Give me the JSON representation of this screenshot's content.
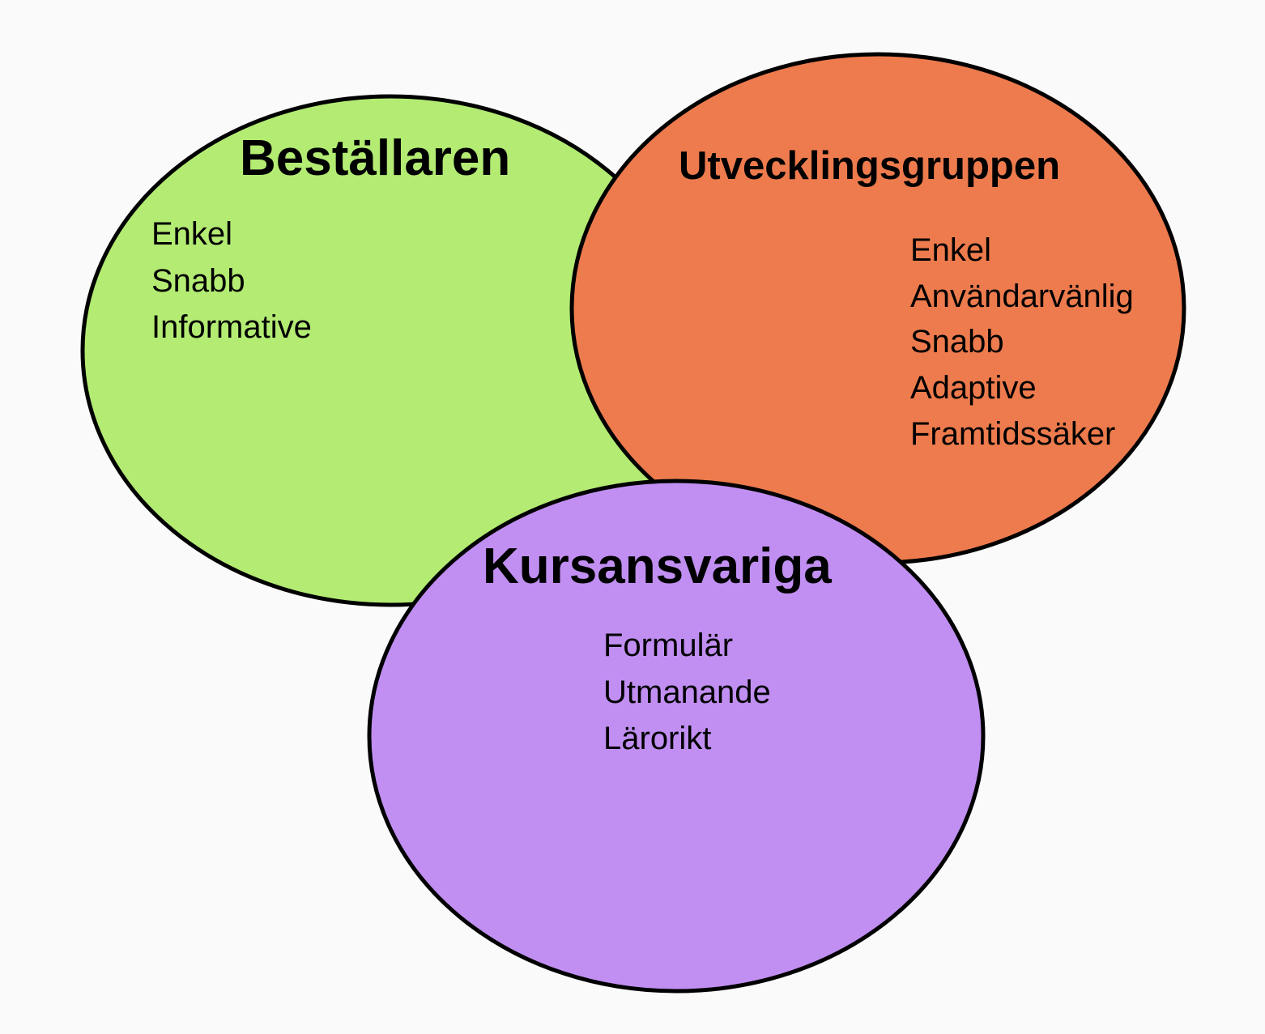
{
  "groups": [
    {
      "title": "Beställaren",
      "color": "#b3eb73",
      "items": [
        "Enkel",
        "Snabb",
        "Informative"
      ]
    },
    {
      "title": "Utvecklingsgruppen",
      "color": "#ed7b4d",
      "items": [
        "Enkel",
        "Användarvänlig",
        "Snabb",
        "Adaptive",
        "Framtidssäker"
      ]
    },
    {
      "title": "Kursansvariga",
      "color": "#c18ff2",
      "items": [
        "Formulär",
        "Utmanande",
        "Lärorikt"
      ]
    }
  ]
}
